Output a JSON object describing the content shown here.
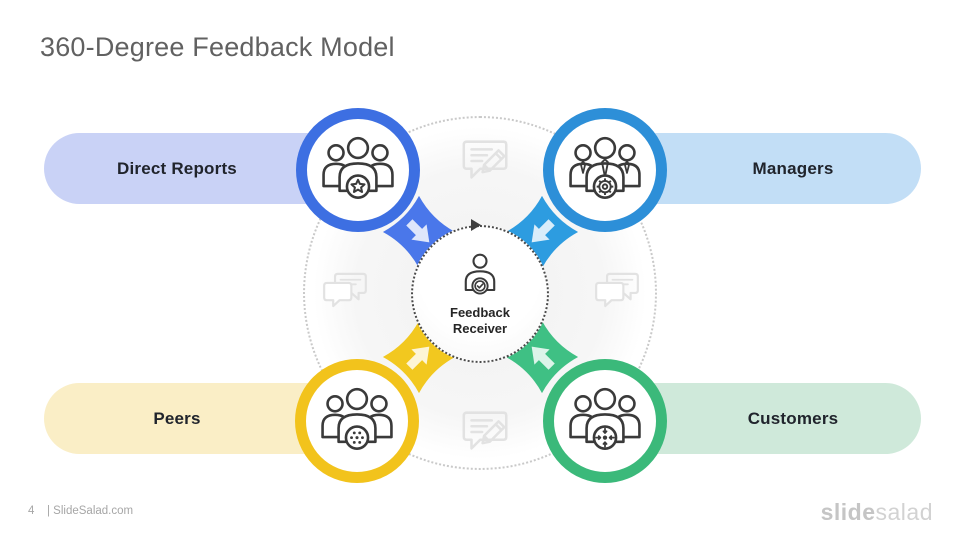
{
  "slide": {
    "title": "360-Degree Feedback Model",
    "page_number": "4",
    "site_label": "| SlideSalad.com",
    "logo": {
      "bold": "slide",
      "light": "salad"
    }
  },
  "center": {
    "icon": "feedback-receiver-person-check-icon",
    "label_line1": "Feedback",
    "label_line2": "Receiver"
  },
  "nodes": [
    {
      "id": "direct-reports",
      "label": "Direct Reports",
      "position": "top-left",
      "pill_color": "#c9d2f6",
      "ring_color": "#3d6fe2",
      "arrow_color": "#4a77ea",
      "icon": "team-star-icon"
    },
    {
      "id": "managers",
      "label": "Managers",
      "position": "top-right",
      "pill_color": "#c2def6",
      "ring_color": "#2d8fd8",
      "arrow_color": "#2d9ce0",
      "icon": "team-gear-icon"
    },
    {
      "id": "peers",
      "label": "Peers",
      "position": "bottom-left",
      "pill_color": "#faeec6",
      "ring_color": "#f2c31c",
      "arrow_color": "#f2c81f",
      "icon": "team-dots-icon"
    },
    {
      "id": "customers",
      "label": "Customers",
      "position": "bottom-right",
      "pill_color": "#cfe9da",
      "ring_color": "#3bb97a",
      "arrow_color": "#3fc084",
      "icon": "team-target-icon"
    }
  ],
  "background_icons": [
    {
      "position": "top",
      "icon": "chat-edit-icon"
    },
    {
      "position": "left",
      "icon": "chat-bubbles-icon"
    },
    {
      "position": "right",
      "icon": "chat-bubbles-icon"
    },
    {
      "position": "bottom",
      "icon": "chat-edit-icon"
    }
  ]
}
